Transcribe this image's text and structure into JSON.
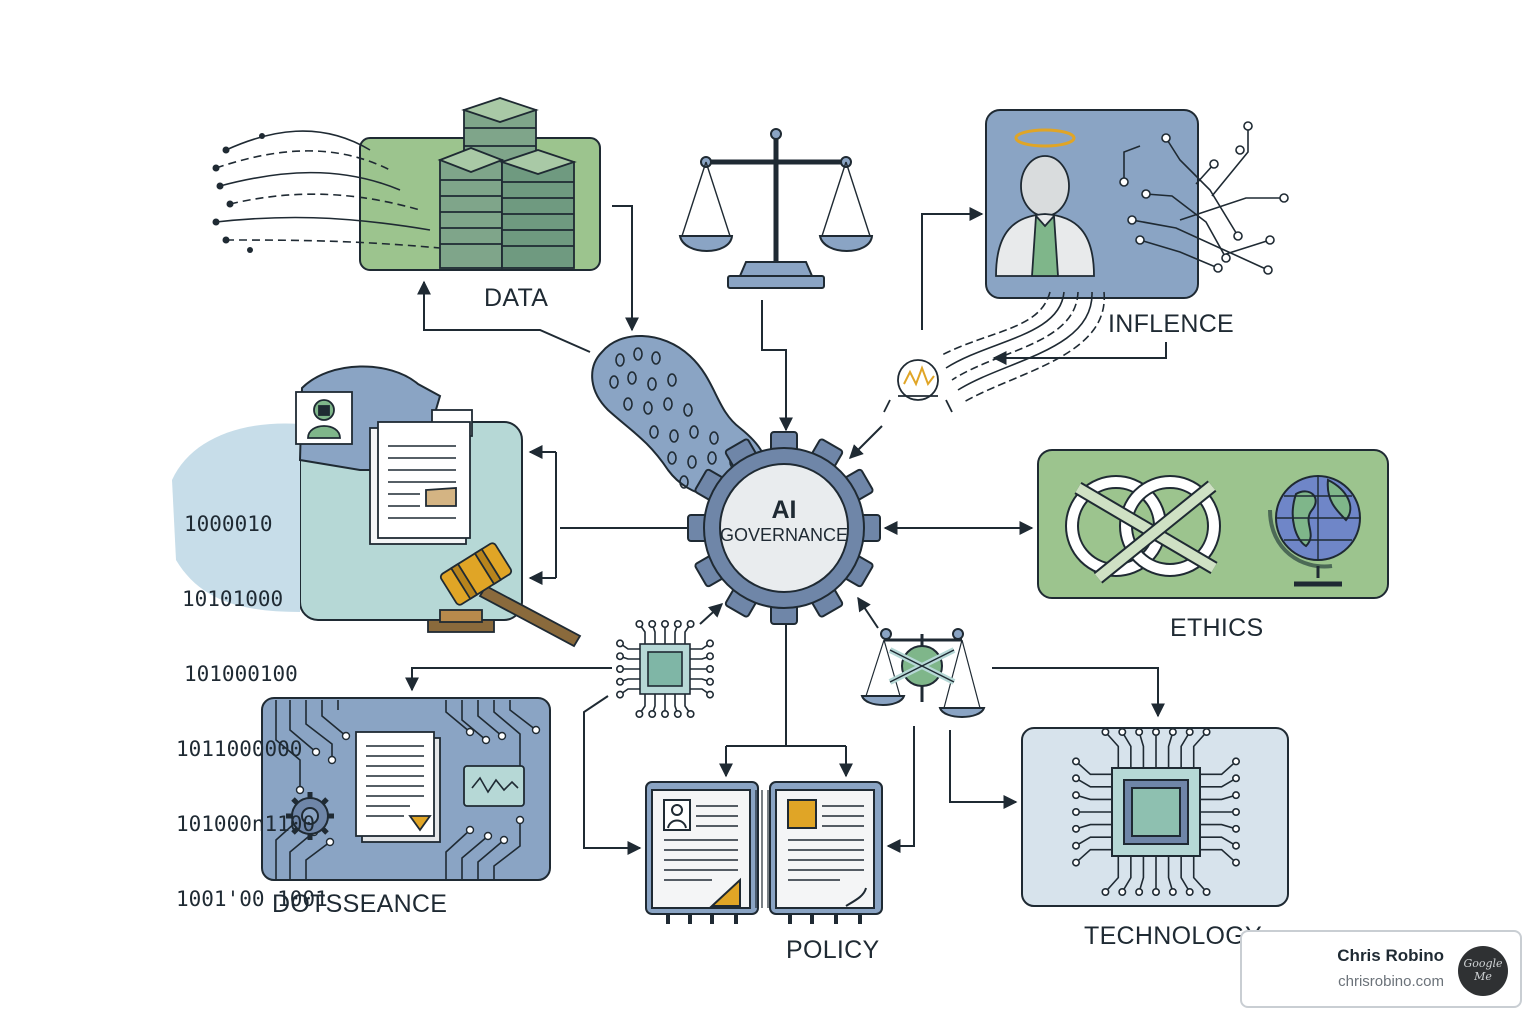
{
  "center": {
    "line1": "AI",
    "line2": "GOVERNANCE"
  },
  "nodes": {
    "data": "DATA",
    "influence": "INFLENCE",
    "ethics": "ETHICS",
    "technology": "TECHNOLOGY",
    "policy": "POLICY",
    "dotsseance": "DOTSSEANCE"
  },
  "binary_lines": [
    "1000010",
    "10101000",
    "101000100",
    "1011000000",
    "101000n1100",
    "1001'00 1001"
  ],
  "card": {
    "name": "Chris Robino",
    "site": "chrisrobino.com",
    "avatar_text": "Google Me"
  },
  "icons": [
    "data-servers-icon",
    "scales-of-justice-icon",
    "influencer-person-icon",
    "circuit-lines-icon",
    "gavel-icon",
    "document-icon",
    "gear-icon",
    "knot-icon",
    "globe-icon",
    "chip-icon",
    "policy-books-icon",
    "small-scales-icon",
    "lock-icon"
  ],
  "colors": {
    "blue": "#8aa4c4",
    "green": "#9cc48e",
    "teal": "#b6d8d6",
    "dark": "#1f2a33",
    "gold": "#e0a526"
  }
}
